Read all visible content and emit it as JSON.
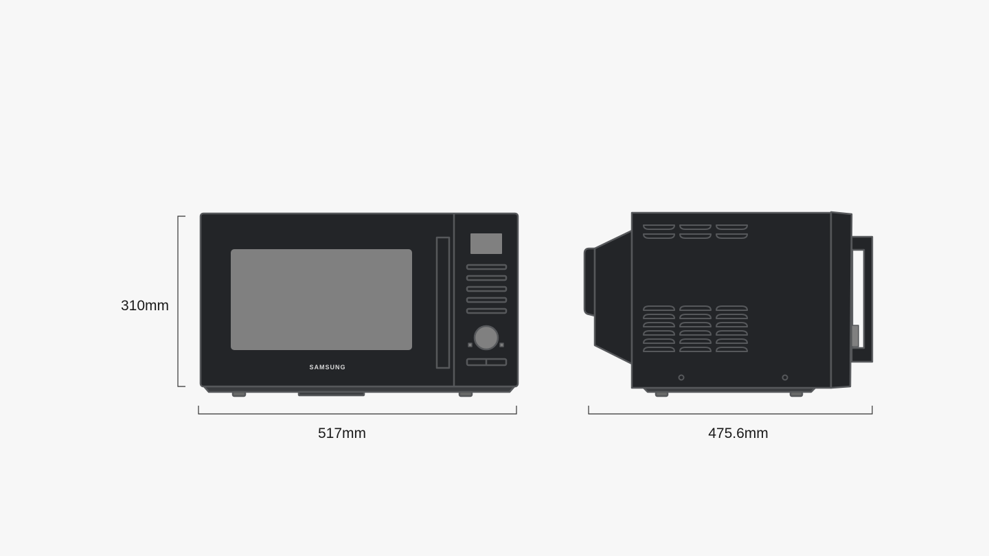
{
  "brand_logo": "SAMSUNG",
  "dimensions": {
    "height": "310mm",
    "width": "517mm",
    "depth": "475.6mm"
  },
  "views": [
    "front-view",
    "side-view"
  ],
  "colors": {
    "background": "#f7f7f7",
    "body": "#232528",
    "outline": "#56585b",
    "window": "#808080",
    "dimension_line": "#333333"
  }
}
